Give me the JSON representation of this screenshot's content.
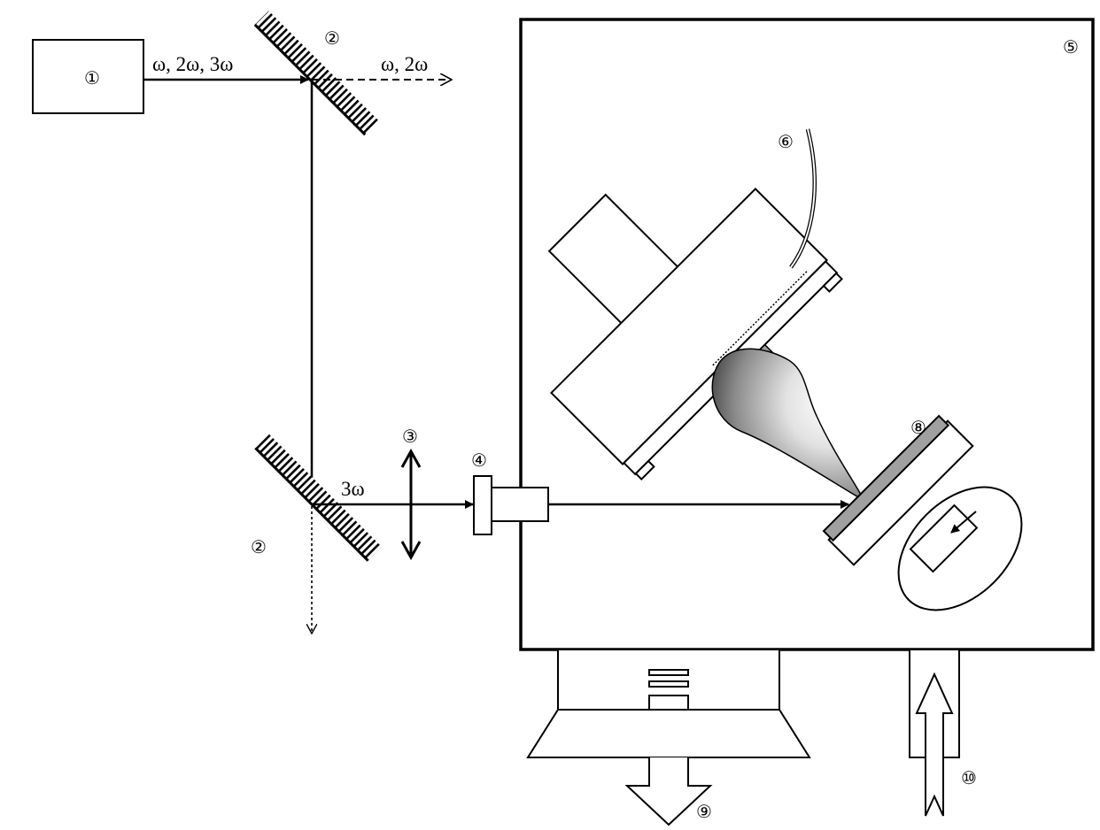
{
  "labels": {
    "laser": "①",
    "mirror_top": "②",
    "mirror_bottom": "②",
    "lens": "③",
    "window": "④",
    "chamber": "⑤",
    "heater_wire": "⑥",
    "target": "⑧",
    "pump_exhaust": "⑨",
    "gas_inlet": "⑩"
  },
  "beams": {
    "input": "ω, 2ω, 3ω",
    "transmitted": "ω, 2ω",
    "uv": "3ω"
  },
  "colors": {
    "stroke": "#000000",
    "background": "#ffffff",
    "target_face": "#a0a0a0",
    "plume_dark": "#3a3a3a",
    "plume_light": "#ffffff"
  }
}
